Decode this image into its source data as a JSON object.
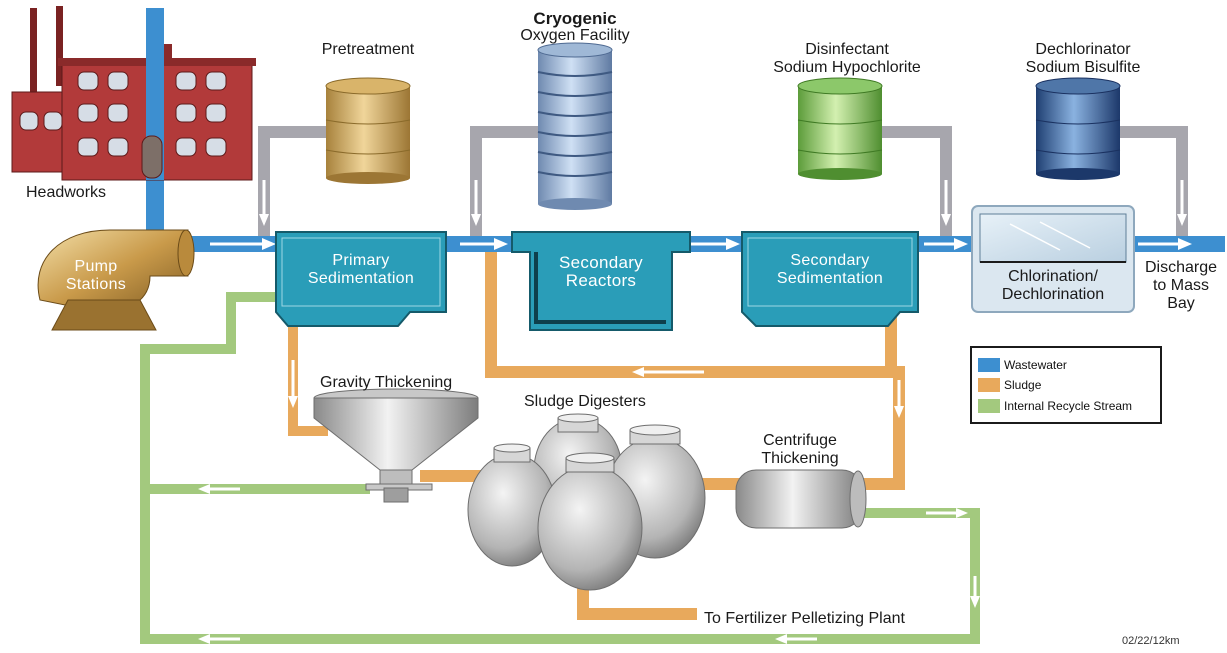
{
  "labels": {
    "headworks": "Headworks",
    "pump_stations": [
      "Pump",
      "Stations"
    ],
    "pretreatment": "Pretreatment",
    "cryogenic": "Cryogenic",
    "oxygen_facility": "Oxygen Facility",
    "disinfectant": [
      "Disinfectant",
      "Sodium Hypochlorite"
    ],
    "dechlorinator": [
      "Dechlorinator",
      "Sodium Bisulfite"
    ],
    "primary": [
      "Primary",
      "Sedimentation"
    ],
    "secondary_reactors": [
      "Secondary",
      "Reactors"
    ],
    "secondary_sed": [
      "Secondary",
      "Sedimentation"
    ],
    "chlorination": [
      "Chlorination/",
      "Dechlorination"
    ],
    "discharge": [
      "Discharge",
      "to Mass",
      "Bay"
    ],
    "gravity_thickening": "Gravity Thickening",
    "sludge_digesters": "Sludge Digesters",
    "centrifuge": [
      "Centrifuge",
      "Thickening"
    ],
    "fertilizer": "To Fertilizer Pelletizing Plant",
    "stamp": "02/22/12km"
  },
  "legend": [
    {
      "label": "Wastewater",
      "color": "#3d8fd0"
    },
    {
      "label": "Sludge",
      "color": "#e8a95c"
    },
    {
      "label": "Internal Recycle Stream",
      "color": "#a3c97e"
    }
  ],
  "colors": {
    "wastewater": "#3d8fd0",
    "sludge": "#e8a95c",
    "recycle": "#a3c97e",
    "chemical": "#a7a6ad",
    "tank": "#2a9db8",
    "brick": "#b23a3a"
  }
}
